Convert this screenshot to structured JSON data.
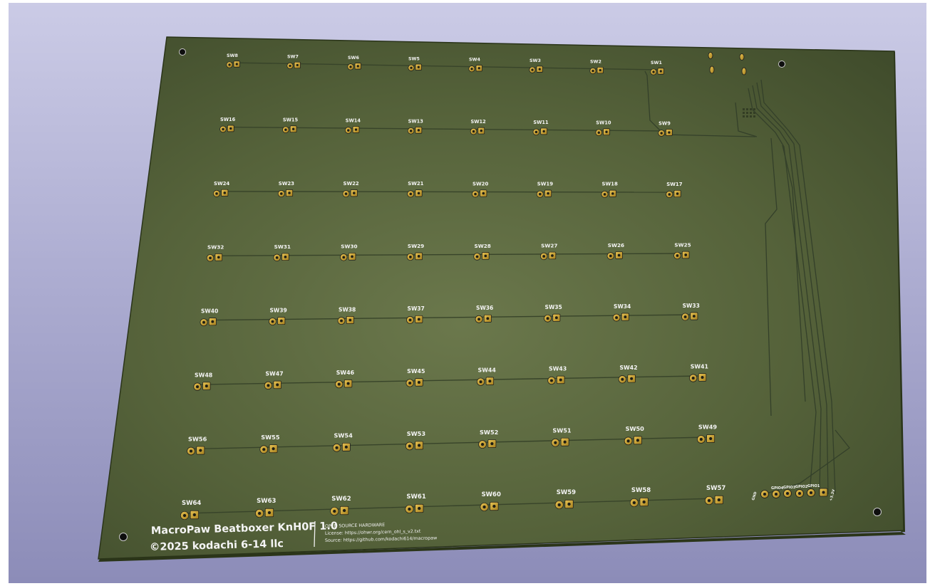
{
  "board": {
    "title_line1": "MacroPaw Beatboxer KnH0F 1.0",
    "title_line2": "©2025 kodachi 6-14 llc",
    "license_heading": "OPEN SOURCE HARDWARE",
    "license_line": "License: https://ohwr.org/cern_ohl_s_v2.txt",
    "source_line": "Source: https://github.com/kodachi614/macropaw",
    "connector_labels": {
      "gnd": "GND",
      "gpio": [
        "GPIO4",
        "GPIO3",
        "GPIO2",
        "GPIO1"
      ],
      "vcc": "+3.3V"
    }
  },
  "switch_rows": [
    [
      "SW8",
      "SW7",
      "SW6",
      "SW5",
      "SW4",
      "SW3",
      "SW2",
      "SW1"
    ],
    [
      "SW16",
      "SW15",
      "SW14",
      "SW13",
      "SW12",
      "SW11",
      "SW10",
      "SW9"
    ],
    [
      "SW24",
      "SW23",
      "SW22",
      "SW21",
      "SW20",
      "SW19",
      "SW18",
      "SW17"
    ],
    [
      "SW32",
      "SW31",
      "SW30",
      "SW29",
      "SW28",
      "SW27",
      "SW26",
      "SW25"
    ],
    [
      "SW40",
      "SW39",
      "SW38",
      "SW37",
      "SW36",
      "SW35",
      "SW34",
      "SW33"
    ],
    [
      "SW48",
      "SW47",
      "SW46",
      "SW45",
      "SW44",
      "SW43",
      "SW42",
      "SW41"
    ],
    [
      "SW56",
      "SW55",
      "SW54",
      "SW53",
      "SW52",
      "SW51",
      "SW50",
      "SW49"
    ],
    [
      "SW64",
      "SW63",
      "SW62",
      "SW61",
      "SW60",
      "SW59",
      "SW58",
      "SW57"
    ]
  ],
  "colors": {
    "board": "#4d5a34",
    "board_center": "#69764c",
    "board_edge": "#2f3a1f",
    "pad_gold": "#c9a233",
    "trace": "#39462a",
    "silkscreen": "#f4f4f4",
    "background": "#b4b4d6"
  }
}
